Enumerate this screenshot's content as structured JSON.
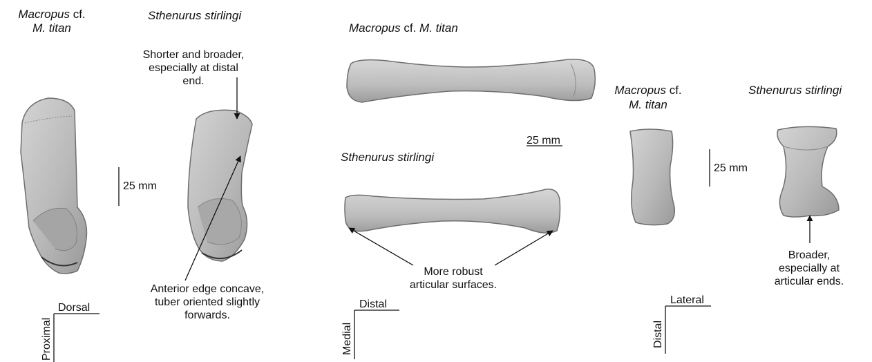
{
  "panels": {
    "calcaneus": {
      "left_label": {
        "genus": "Macropus",
        "cf": " cf.",
        "species": "M. titan"
      },
      "right_label": {
        "name": "Sthenurus stirlingi"
      },
      "scale_bar": "25 mm",
      "note_top": [
        "Shorter and broader,",
        "especially at distal",
        "end."
      ],
      "note_bottom": [
        "Anterior edge concave,",
        "tuber oriented slightly",
        "forwards."
      ],
      "orientation": {
        "horizontal": "Dorsal",
        "vertical": "Proximal"
      }
    },
    "metatarsal": {
      "top_label": {
        "genus": "Macropus",
        "cf": " cf. ",
        "species": "M. titan"
      },
      "bottom_label": {
        "name": "Sthenurus stirlingi"
      },
      "scale_bar": "25 mm",
      "note": [
        "More robust",
        "articular surfaces."
      ],
      "orientation": {
        "horizontal": "Distal",
        "vertical": "Medial"
      }
    },
    "phalanx": {
      "left_label": {
        "genus": "Macropus",
        "cf": " cf.",
        "species": "M. titan"
      },
      "right_label": {
        "name": "Sthenurus stirlingi"
      },
      "scale_bar": "25 mm",
      "note": [
        "Broader,",
        "especially at",
        "articular ends."
      ],
      "orientation": {
        "horizontal": "Lateral",
        "vertical": "Distal"
      }
    }
  },
  "colors": {
    "bone_fill": "#b9b9b9",
    "bone_edge": "#6e6e6e",
    "text": "#111111"
  }
}
